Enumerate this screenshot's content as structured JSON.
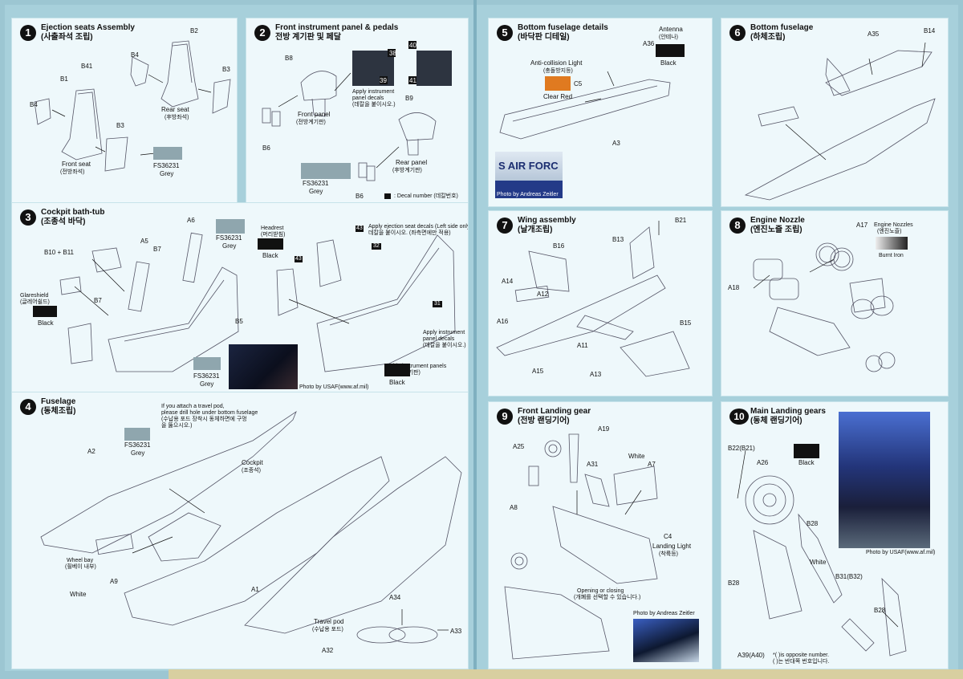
{
  "colors": {
    "sheet": "#a7d0db",
    "panel": "#eef8fb",
    "grey_swatch": "#8fa6ae",
    "black_swatch": "#111111",
    "orange_swatch": "#e07a20"
  },
  "steps": [
    {
      "num": "1",
      "title": "Ejection seats Assembly",
      "subtitle": "(사출좌석 조립)",
      "labels": {
        "b2": "B2",
        "b4a": "B4",
        "b3a": "B3",
        "b41": "B41",
        "b1": "B1",
        "b4b": "B4",
        "b3b": "B3",
        "rear_seat": "Rear seat",
        "rear_seat_kr": "(후방좌석)",
        "front_seat": "Front seat",
        "front_seat_kr": "(전방좌석)",
        "fs": "FS36231",
        "grey": "Grey"
      }
    },
    {
      "num": "2",
      "title": "Front instrument panel & pedals",
      "subtitle": "전방 계기판 및 페달",
      "labels": {
        "b8": "B8",
        "d38": "38",
        "d39": "39",
        "d40": "40",
        "d41": "41",
        "apply": "Apply instrument",
        "apply2": "panel decals",
        "apply_kr": "(데칼을 붙이시오.)",
        "front_panel": "Front panel",
        "front_panel_kr": "(전방계기판)",
        "b9": "B9",
        "b6a": "B6",
        "fs": "FS36231",
        "grey": "Grey",
        "b6b": "B6",
        "rear_panel": "Rear panel",
        "rear_panel_kr": "(후방계기판)",
        "decal_number": ": Decal number",
        "decal_number_kr": "(데칼번호)"
      }
    },
    {
      "num": "3",
      "title": "Cockpit bath-tub",
      "subtitle": "(조종석 바닥)",
      "labels": {
        "a6": "A6",
        "fs1": "FS36231",
        "grey1": "Grey",
        "headrest": "Headrest",
        "headrest_kr": "(머리받침)",
        "black1": "Black",
        "d43a": "43",
        "apply_seat": "Apply ejection seat decals (Left side only)",
        "apply_seat_kr": "데칼을 붙이시오. (좌측면에만 적용)",
        "b10": "B10 + B11",
        "a5": "A5",
        "b7a": "B7",
        "d43b": "43",
        "d32": "32",
        "glareshield": "Glareshield",
        "glareshield_kr": "(글레어쉴드)",
        "black2": "Black",
        "b7b": "B7",
        "b5": "B5",
        "d31": "31",
        "apply_inst": "Apply instrument",
        "apply_inst2": "panel decals",
        "apply_inst_kr": "(데칼을 붙이시오.)",
        "fs2": "FS36231",
        "grey2": "Grey",
        "side_panels": "Side instrument panels",
        "side_panels_kr": "(측면 계기판)",
        "black3": "Black",
        "photo_credit": "Photo by USAF(www.af.mil)"
      }
    },
    {
      "num": "4",
      "title": "Fuselage",
      "subtitle": "(동체조립)",
      "labels": {
        "travel_note1": "If you attach a travel pod,",
        "travel_note2": "please drill hole under bottom fuselage",
        "travel_note3": "(수납용 포드 장착시 동체하면에 구멍",
        "travel_note4": "을 뚫으시오.)",
        "fs": "FS36231",
        "grey": "Grey",
        "a2": "A2",
        "cockpit": "Cockpit",
        "cockpit_kr": "(조종석)",
        "wheel_bay": "Wheel bay",
        "wheel_bay_kr": "(휠베이 내부)",
        "white": "White",
        "a9": "A9",
        "a1": "A1",
        "a34": "A34",
        "travel_pod": "Travel pod",
        "travel_pod_kr": "(수납용 포드)",
        "a33": "A33",
        "a32": "A32"
      }
    },
    {
      "num": "5",
      "title": "Bottom fuselage details",
      "subtitle": "(바닥판 디테일)",
      "labels": {
        "antenna": "Antenna",
        "antenna_kr": "(안테나)",
        "a36": "A36",
        "black": "Black",
        "anti": "Anti-collision Light",
        "anti_kr": "(충돌방지등)",
        "c5": "C5",
        "clear_red": "Clear Red",
        "a3": "A3",
        "photo_text": "S AIR FORC",
        "photo_credit": "Photo by Andreas Zeitler"
      }
    },
    {
      "num": "6",
      "title": "Bottom fuselage",
      "subtitle": "(하체조립)",
      "labels": {
        "a35": "A35",
        "b14": "B14"
      }
    },
    {
      "num": "7",
      "title": "Wing assembly",
      "subtitle": "(날개조립)",
      "labels": {
        "b21": "B21",
        "b16": "B16",
        "b13": "B13",
        "a14": "A14",
        "a12": "A12",
        "a16": "A16",
        "b15": "B15",
        "a11": "A11",
        "a15": "A15",
        "a13": "A13"
      }
    },
    {
      "num": "8",
      "title": "Engine Nozzle",
      "subtitle": "(엔진노즐 조립)",
      "labels": {
        "a17": "A17",
        "engine_nozzles": "Engine Nozzles",
        "engine_nozzles_kr": "(엔진노즐)",
        "burnt_iron": "Burnt Iron",
        "a18": "A18"
      }
    },
    {
      "num": "9",
      "title": "Front Landing gear",
      "subtitle": "(전방 랜딩기어)",
      "labels": {
        "a19": "A19",
        "a25": "A25",
        "white": "White",
        "a31": "A31",
        "a7": "A7",
        "a8": "A8",
        "c4": "C4",
        "landing_light": "Landing Light",
        "landing_light_kr": "(착륙등)",
        "opening": "Opening or closing",
        "opening_kr": "(개폐를 선택할 수 있습니다.)",
        "photo_credit": "Photo by Andreas Zeitler"
      }
    },
    {
      "num": "10",
      "title": "Main Landing gears",
      "subtitle": "(동체 랜딩기어)",
      "labels": {
        "b22": "B22(B21)",
        "a26": "A26",
        "black": "Black",
        "b28a": "B28",
        "white": "White",
        "b31": "B31(B32)",
        "b28b": "B28",
        "b28c": "B28",
        "a39": "A39(A40)",
        "note": "*(  )is opposite number.",
        "note_kr": "(  )는 반대쪽 번호입니다.",
        "photo_credit": "Photo by USAF(www.af.mil)"
      }
    }
  ]
}
